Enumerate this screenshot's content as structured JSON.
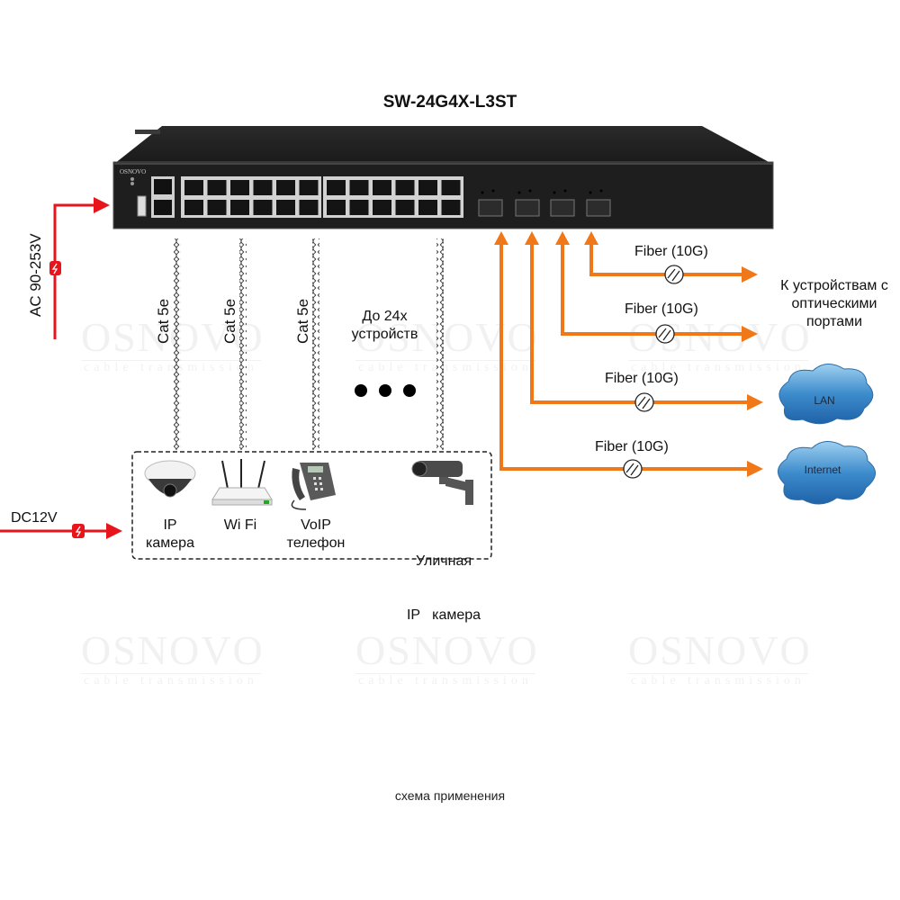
{
  "title": "SW-24G4X-L3ST",
  "switch": {
    "brand": "OSNOVO",
    "rj45_ports": 24,
    "sfp_ports": 4
  },
  "power": {
    "ac_label": "AC 90-253V",
    "dc_label": "DC12V"
  },
  "copper_links": [
    {
      "label": "Cat 5e"
    },
    {
      "label": "Cat 5e"
    },
    {
      "label": "Cat 5e"
    }
  ],
  "more_devices": {
    "label_line1": "До 24х",
    "label_line2": "устройств"
  },
  "devices": [
    {
      "icon": "dome-camera-icon",
      "line1": "IP",
      "line2": "камера"
    },
    {
      "icon": "wifi-router-icon",
      "line1": "Wi Fi",
      "line2": ""
    },
    {
      "icon": "voip-phone-icon",
      "line1": "VoIP",
      "line2": "телефон"
    },
    {
      "icon": "bullet-camera-icon",
      "line1": "Уличная",
      "line2": "IP   камера"
    }
  ],
  "fiber_links": [
    {
      "label": "Fiber (10G)"
    },
    {
      "label": "Fiber (10G)"
    },
    {
      "label": "Fiber (10G)"
    },
    {
      "label": "Fiber (10G)"
    }
  ],
  "fiber_targets": {
    "optical_devices": [
      "К устройствам с",
      "оптическими",
      "портами"
    ],
    "lan": "LAN",
    "internet": "Internet"
  },
  "watermark": {
    "brand": "OSNOVO",
    "tagline": "cable transmission"
  },
  "caption": "схема применения",
  "colors": {
    "power_red": "#e8141c",
    "fiber_orange": "#f07818",
    "cloud_blue": "#3a86c6",
    "switch_black": "#1e1e1e"
  }
}
